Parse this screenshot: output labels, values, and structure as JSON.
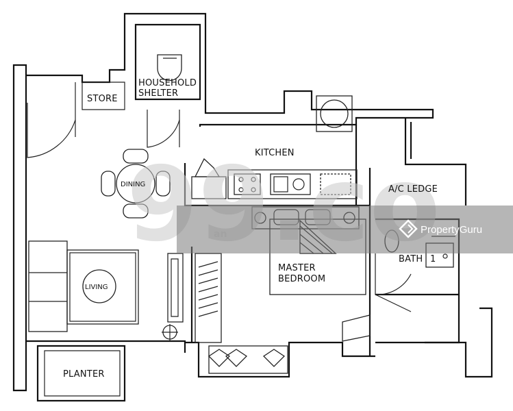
{
  "rooms": {
    "household_shelter": [
      "HOUSEHOLD",
      "SHELTER"
    ],
    "store": "STORE",
    "kitchen": "KITCHEN",
    "ac_ledge": "A/C LEDGE",
    "dining": "DINING",
    "living": "LIVING",
    "master_bedroom": [
      "MASTER",
      "BEDROOM"
    ],
    "bath": "BATH",
    "bath_number": "1",
    "planter": "PLANTER"
  },
  "watermark": {
    "big_text": "99.co",
    "small_text": "an"
  },
  "brand": {
    "name": "PropertyGuru",
    "icon": "propertyguru-logo-icon",
    "banner_color": "#7a7a7a"
  }
}
